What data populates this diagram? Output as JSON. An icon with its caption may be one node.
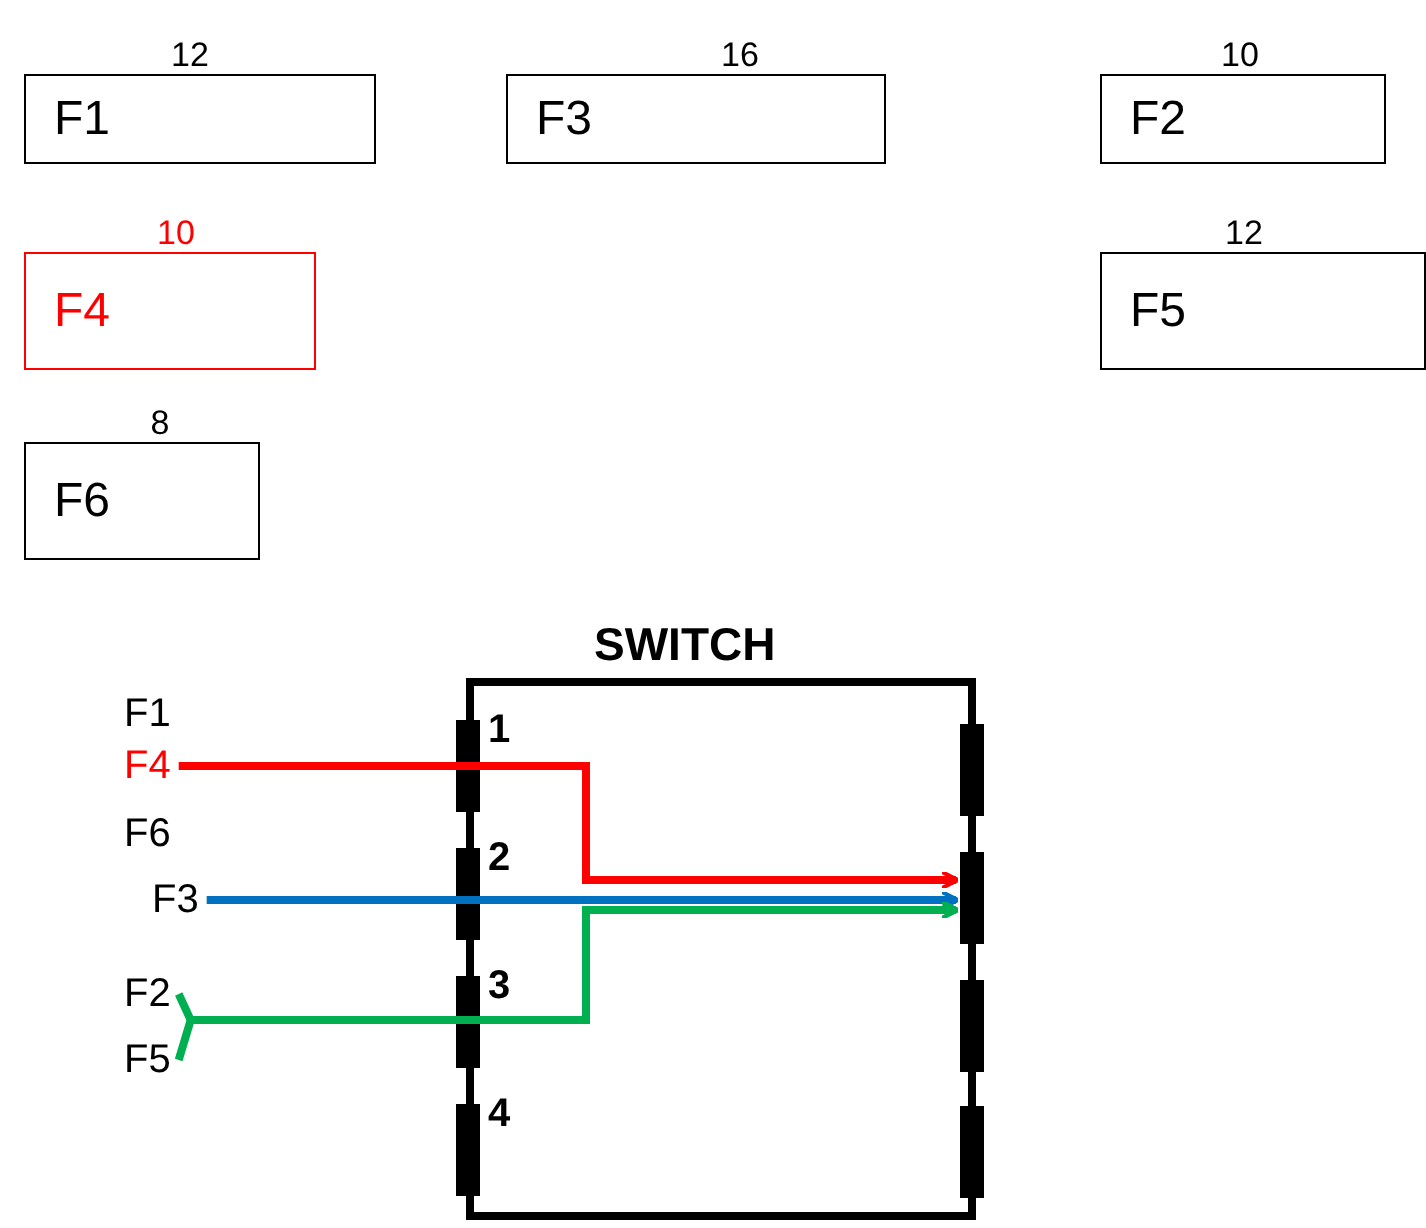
{
  "diagram": {
    "nodes": [
      {
        "text": [
          "F1"
        ],
        "beside": [
          "12"
        ]
      },
      {
        "text": [
          "F3"
        ],
        "beside": [
          "16"
        ]
      },
      {
        "text": [
          "F2"
        ],
        "beside": [
          "10"
        ]
      },
      {
        "text": [
          "F4"
        ],
        "beside": [
          "10"
        ]
      },
      {
        "text": [
          "F5"
        ],
        "beside": [
          "12"
        ]
      },
      {
        "text": [
          "F6"
        ],
        "beside": [
          "8"
        ]
      },
      {
        "text": [
          "SWITCH"
        ]
      },
      {
        "text": [
          "F4"
        ]
      },
      {
        "text": [
          "F3"
        ]
      },
      {
        "text": [
          "F2"
        ]
      },
      {
        "text": [
          "F5"
        ]
      },
      {
        "text": [],
        "shape": "bar",
        "beside": [
          "1"
        ],
        "in": 6
      },
      {
        "text": [],
        "shape": "bar",
        "beside": [
          "2"
        ],
        "in": 6
      },
      {
        "text": [],
        "shape": "bar",
        "beside": [
          "3"
        ],
        "in": 6
      },
      {
        "text": [],
        "shape": "bar",
        "beside": [
          "4"
        ],
        "in": 6
      },
      {
        "text": [],
        "shape": "bar",
        "in": 6
      },
      {
        "text": [],
        "shape": "bar",
        "in": 6
      },
      {
        "text": [],
        "shape": "bar",
        "in": 6
      },
      {
        "text": [],
        "shape": "bar",
        "in": 6
      }
    ],
    "edges": [
      {
        "from": 7,
        "to": 16,
        "arrow": "to",
        "color": "#ff0000"
      },
      {
        "from": 8,
        "to": 16,
        "arrow": "to",
        "color": "#0070c0"
      },
      {
        "from": 9,
        "to": 16,
        "arrow": "to",
        "color": "#00b050"
      },
      {
        "from": 10,
        "to": 16,
        "arrow": "to",
        "color": "#00b050"
      }
    ],
    "labels": [
      "F1",
      "F6"
    ]
  }
}
